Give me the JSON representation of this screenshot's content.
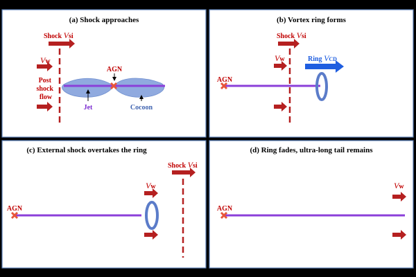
{
  "panels": [
    {
      "title": "(a) Shock approaches",
      "shock_label": "Shock ",
      "shock_var": "V",
      "shock_sub": "si",
      "vw_var": "V",
      "vw_sub": "w",
      "post_shock_lines": [
        "Post",
        "shock",
        "flow"
      ],
      "agn": "AGN",
      "jet": "Jet",
      "cocoon": "Cocoon"
    },
    {
      "title": "(b) Vortex ring forms",
      "shock_label": "Shock ",
      "shock_var": "V",
      "shock_sub": "si",
      "vw_var": "V",
      "vw_sub": "w",
      "agn": "AGN",
      "ring_label": "Ring ",
      "ring_var": "V",
      "ring_sub": "CD"
    },
    {
      "title": "(c) External shock overtakes the ring",
      "shock_label": "Shock ",
      "shock_var": "V",
      "shock_sub": "si",
      "vw_var": "V",
      "vw_sub": "w",
      "agn": "AGN"
    },
    {
      "title": "(d) Ring fades, ultra-long tail remains",
      "vw_var": "V",
      "vw_sub": "w",
      "agn": "AGN"
    }
  ],
  "colors": {
    "arrow": "#b52020",
    "jet": "#8b3fd9",
    "cocoon": "#7c9bd9",
    "ring": "#5b7cc9",
    "ring_arrow": "#1f5ee0",
    "agn": "#e8553a",
    "label_red": "#c00000",
    "label_purple": "#7a2ad0",
    "label_blue": "#3f63b0"
  }
}
